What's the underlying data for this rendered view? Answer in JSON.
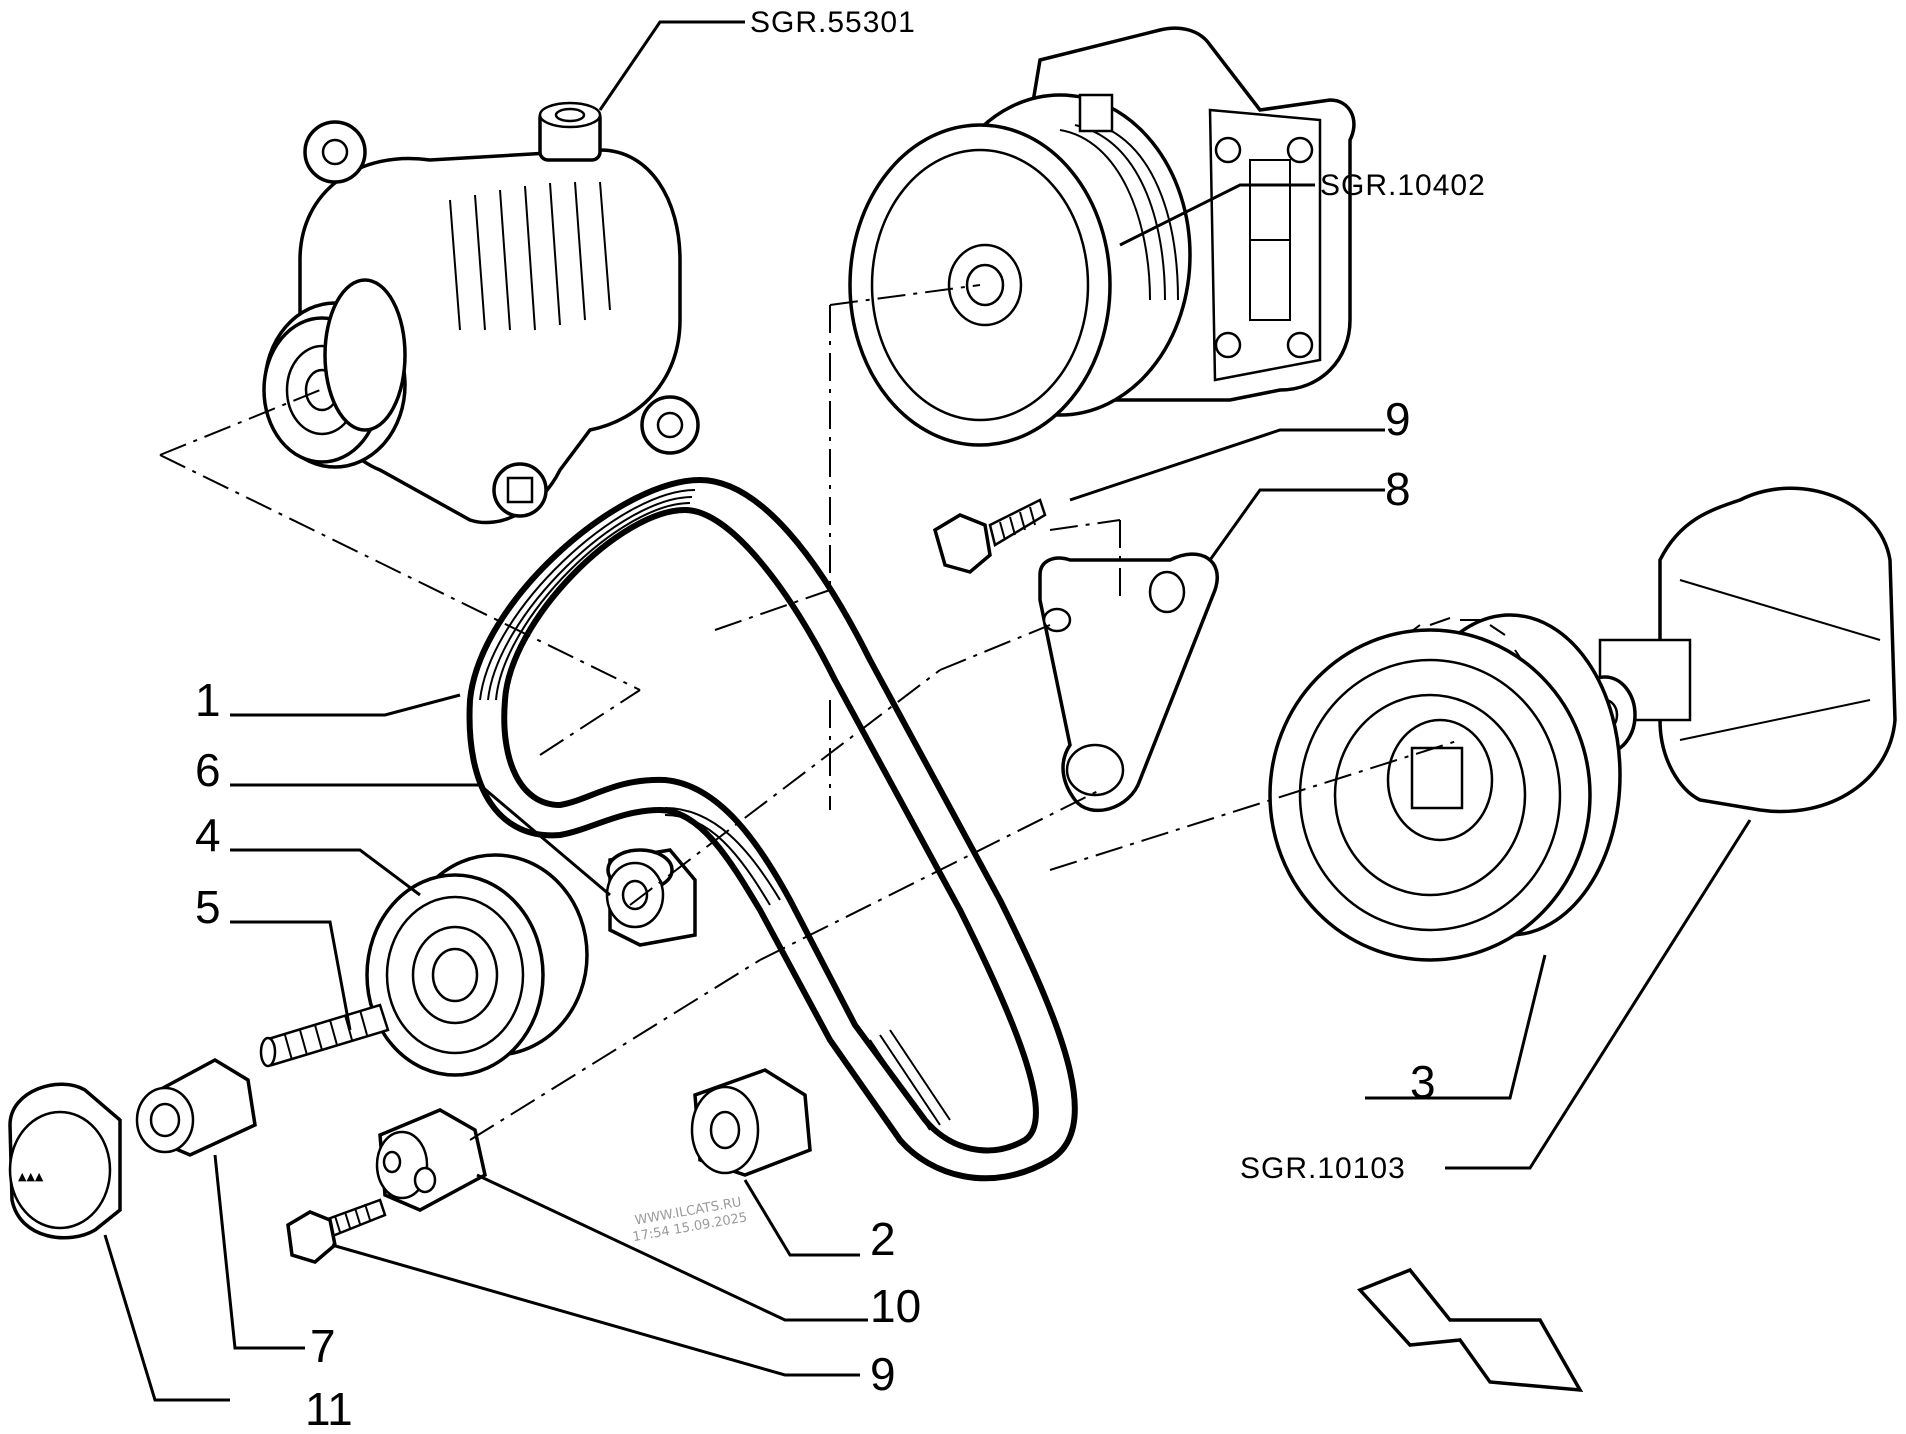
{
  "references": {
    "alternator": "SGR.55301",
    "water_pump": "SGR.10402",
    "crankshaft": "SGR.10103"
  },
  "callouts": {
    "belt": "1",
    "idler_small": "2",
    "crank_pulley": "3",
    "tensioner_pulley": "4",
    "stud": "5",
    "idler_6": "6",
    "spacer": "7",
    "bracket": "8",
    "bolt_top": "9",
    "bolt_bottom": "9",
    "bush": "10",
    "cap": "11"
  },
  "watermark": {
    "site": "WWW.ILCATS.RU",
    "timestamp": "17:54 15.09.2025"
  }
}
